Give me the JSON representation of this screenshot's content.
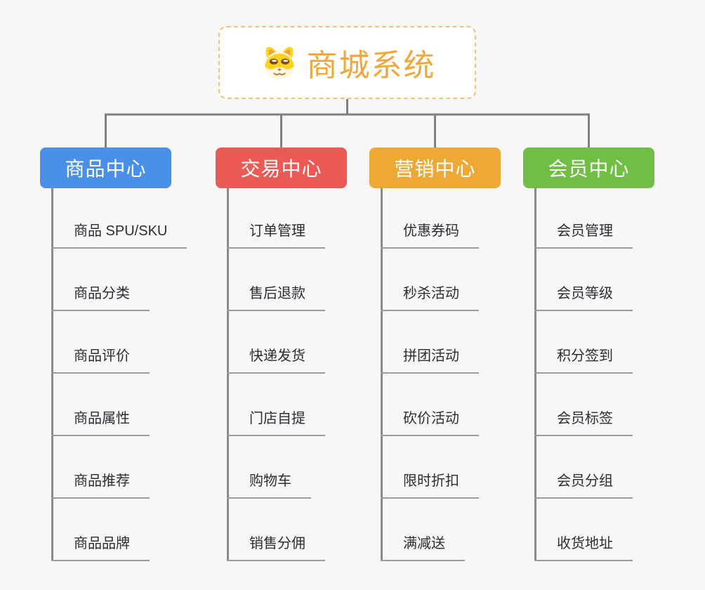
{
  "root": {
    "title": "商城系统",
    "icon": "dog-icon"
  },
  "branches": [
    {
      "label": "商品中心",
      "color": "#4b90e8",
      "items": [
        "商品 SPU/SKU",
        "商品分类",
        "商品评价",
        "商品属性",
        "商品推荐",
        "商品品牌"
      ]
    },
    {
      "label": "交易中心",
      "color": "#ec5a55",
      "items": [
        "订单管理",
        "售后退款",
        "快递发货",
        "门店自提",
        "购物车",
        "销售分佣"
      ]
    },
    {
      "label": "营销中心",
      "color": "#eda933",
      "items": [
        "优惠券码",
        "秒杀活动",
        "拼团活动",
        "砍价活动",
        "限时折扣",
        "满减送"
      ]
    },
    {
      "label": "会员中心",
      "color": "#70be44",
      "items": [
        "会员管理",
        "会员等级",
        "积分签到",
        "会员标签",
        "会员分组",
        "收货地址"
      ]
    }
  ],
  "colors": {
    "background": "#f7f7f7",
    "root_border": "#f7c173",
    "root_text": "#f0a73c",
    "connector": "#7f7f7f",
    "branch_line": "#8a8a8a",
    "child_underline": "#9c9c9c",
    "child_text": "#2c2c34"
  }
}
